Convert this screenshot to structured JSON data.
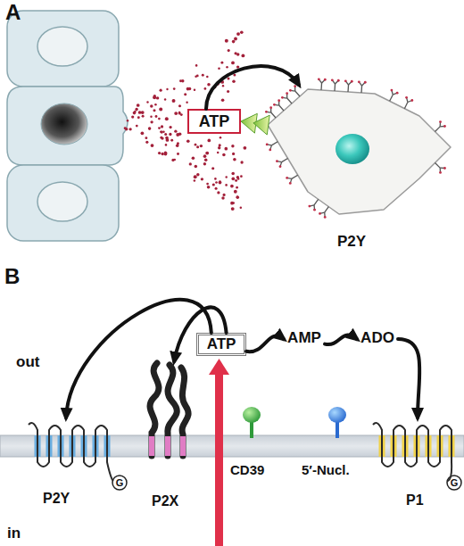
{
  "diagram": {
    "nodes": [
      {
        "text": [
          "ATP"
        ]
      },
      {
        "text": [
          "P2Y"
        ]
      },
      {
        "text": [
          "P2Y"
        ]
      },
      {
        "text": [
          "P2X"
        ]
      },
      {
        "text": [
          "ATP"
        ]
      },
      {
        "text": [
          "CD39"
        ]
      },
      {
        "text": [
          "AMP"
        ]
      },
      {
        "text": [
          "5′-Nucl."
        ]
      },
      {
        "text": [
          "ADO"
        ]
      },
      {
        "text": [
          "P1"
        ]
      }
    ],
    "edges": [
      {
        "from": 0,
        "to": 1,
        "arrow": "to"
      },
      {
        "from": 1,
        "to": 0,
        "arrow": "to"
      },
      {
        "from": 4,
        "to": 2,
        "arrow": "to"
      },
      {
        "from": 4,
        "to": 3,
        "arrow": "to"
      },
      {
        "from": 4,
        "to": 6,
        "arrow": "to"
      },
      {
        "from": 6,
        "to": 8,
        "arrow": "to"
      },
      {
        "from": 8,
        "to": 9,
        "arrow": "to"
      }
    ],
    "labels": [
      "A",
      "B",
      "out",
      "in",
      "G",
      "G"
    ]
  }
}
